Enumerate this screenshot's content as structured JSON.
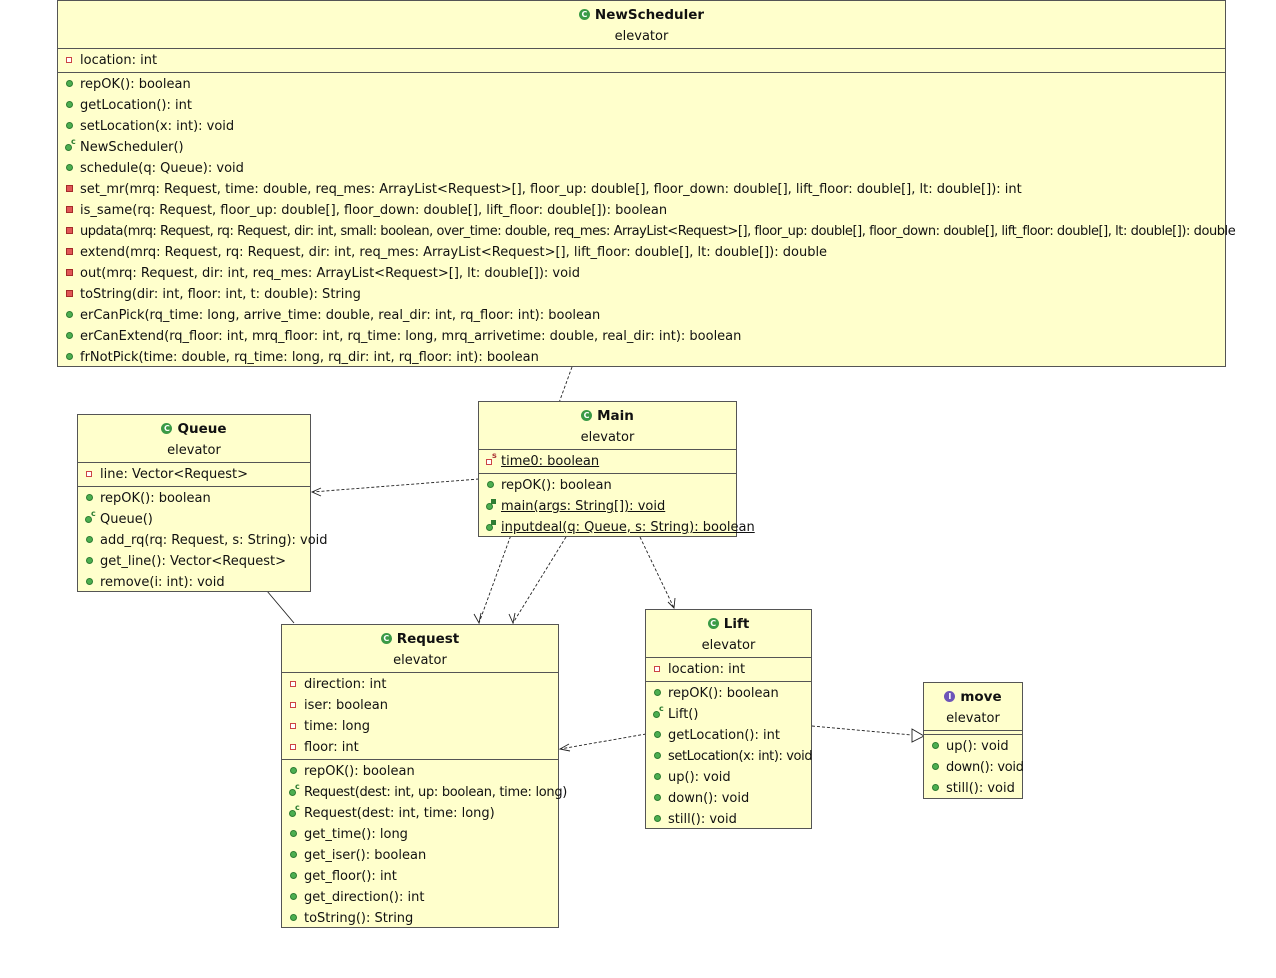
{
  "classes": {
    "newscheduler": {
      "name": "NewScheduler",
      "package": "elevator",
      "fields": [
        "location: int"
      ],
      "methods": [
        "repOK(): boolean",
        "getLocation(): int",
        "setLocation(x: int): void",
        "NewScheduler()",
        "schedule(q: Queue): void",
        "set_mr(mrq: Request, time: double, req_mes: ArrayList<Request>[], floor_up: double[], floor_down: double[], lift_floor: double[], lt: double[]): int",
        "is_same(rq: Request, floor_up: double[], floor_down: double[], lift_floor: double[]): boolean",
        "updata(mrq: Request, rq: Request, dir: int, small: boolean, over_time: double, req_mes: ArrayList<Request>[], floor_up: double[], floor_down: double[], lift_floor: double[], lt: double[]): double",
        "extend(mrq: Request, rq: Request, dir: int, req_mes: ArrayList<Request>[], lift_floor: double[], lt: double[]): double",
        "out(mrq: Request, dir: int, req_mes: ArrayList<Request>[], lt: double[]): void",
        "toString(dir: int, floor: int, t: double): String",
        "erCanPick(rq_time: long, arrive_time: double, real_dir: int, rq_floor: int): boolean",
        "erCanExtend(rq_floor: int, mrq_floor: int, rq_time: long, mrq_arrivetime: double, real_dir: int): boolean",
        "frNotPick(time: double, rq_time: long, rq_dir: int, rq_floor: int): boolean"
      ]
    },
    "queue": {
      "name": "Queue",
      "package": "elevator",
      "fields": [
        "line: Vector<Request>"
      ],
      "methods": [
        "repOK(): boolean",
        "Queue()",
        "add_rq(rq: Request, s: String): void",
        "get_line(): Vector<Request>",
        "remove(i: int): void"
      ]
    },
    "main": {
      "name": "Main",
      "package": "elevator",
      "fields": [
        "time0: boolean"
      ],
      "methods": [
        "repOK(): boolean",
        "main(args: String[]): void",
        "inputdeal(q: Queue, s: String): boolean"
      ]
    },
    "request": {
      "name": "Request",
      "package": "elevator",
      "fields": [
        "direction: int",
        "iser: boolean",
        "time: long",
        "floor: int"
      ],
      "methods": [
        "repOK(): boolean",
        "Request(dest: int, up: boolean, time: long)",
        "Request(dest: int, time: long)",
        "get_time(): long",
        "get_iser(): boolean",
        "get_floor(): int",
        "get_direction(): int",
        "toString(): String"
      ]
    },
    "lift": {
      "name": "Lift",
      "package": "elevator",
      "fields": [
        "location: int"
      ],
      "methods": [
        "repOK(): boolean",
        "Lift()",
        "getLocation(): int",
        "setLocation(x: int): void",
        "up(): void",
        "down(): void",
        "still(): void"
      ]
    },
    "move": {
      "name": "move",
      "package": "elevator",
      "fields": [],
      "methods": [
        "up(): void",
        "down(): void",
        "still(): void"
      ]
    }
  },
  "icons": {
    "class": "class-c-icon",
    "interface": "interface-i-icon",
    "public_method": "public-method-icon",
    "private_method": "private-method-icon",
    "private_field": "private-field-icon",
    "constructor": "constructor-icon",
    "static_method": "static-method-icon",
    "static_field": "static-field-icon"
  },
  "colors": {
    "class_fill": "#ffffcc",
    "border": "#555555",
    "public": "#4caf50",
    "private": "#e05656"
  }
}
